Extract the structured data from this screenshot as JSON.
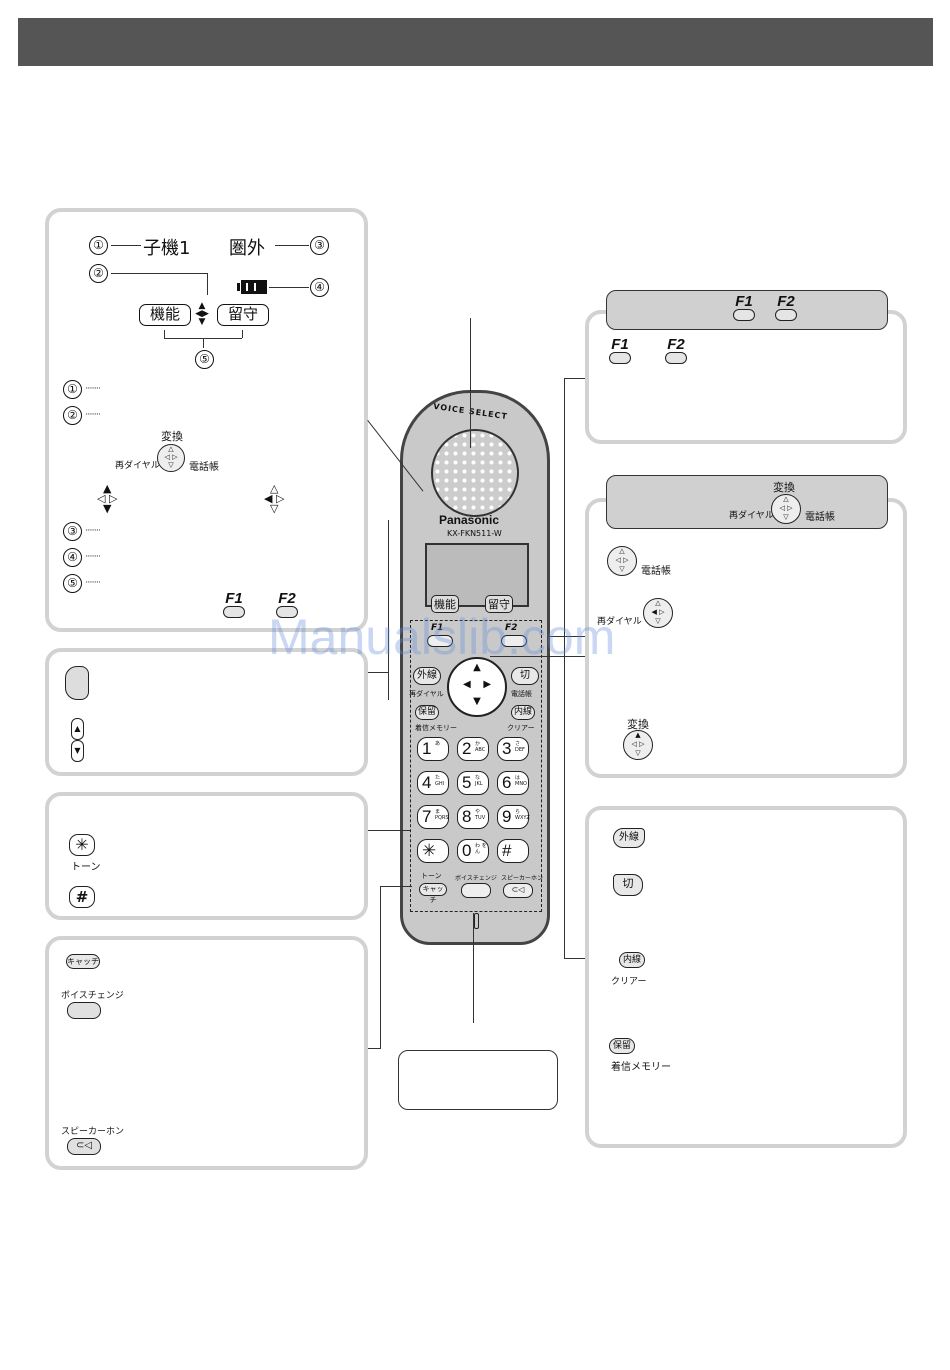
{
  "watermark": "Manualslib.com",
  "display_panel": {
    "handset_name": "子機1",
    "out_of_range": "圏外",
    "lcd_left_button": "機能",
    "lcd_right_button": "留守",
    "callout_numbers": [
      "①",
      "②",
      "③",
      "④",
      "⑤"
    ],
    "dots": "········",
    "nav_label_top": "変換",
    "nav_label_left": "再ダイヤル",
    "nav_label_right": "電話帳",
    "f1": "F1",
    "f2": "F2"
  },
  "phone": {
    "top_label": "VOICE SELECT",
    "brand": "Panasonic",
    "model": "KX-FKN511-W",
    "lcd_left": "機能",
    "lcd_right": "留守",
    "f1": "F1",
    "f2": "F2",
    "talk_key": "外線",
    "off_key": "切",
    "redial_label": "再ダイヤル",
    "phonebook_label": "電話帳",
    "hold_key": "保留",
    "incoming_memory_label": "着信メモリー",
    "intercom_key": "内線",
    "clear_label": "クリアー",
    "keys": [
      {
        "n": "1",
        "s": "あ"
      },
      {
        "n": "2",
        "s": "か ABC"
      },
      {
        "n": "3",
        "s": "さ DEF"
      },
      {
        "n": "4",
        "s": "た GHI"
      },
      {
        "n": "5",
        "s": "な JKL"
      },
      {
        "n": "6",
        "s": "は MNO"
      },
      {
        "n": "7",
        "s": "ま PQRS"
      },
      {
        "n": "8",
        "s": "や TUV"
      },
      {
        "n": "9",
        "s": "ら WXYZ"
      },
      {
        "n": "✳",
        "s": ""
      },
      {
        "n": "0",
        "s": "わ をん"
      },
      {
        "n": "#",
        "s": ""
      }
    ],
    "tone_label": "トーン",
    "catch_key": "キャッチ",
    "voice_change_label": "ボイスチェンジ",
    "speakerphone_label": "スピーカーホン"
  },
  "left_panels": {
    "star_sub": "トーン",
    "catch": "キャッチ",
    "voice_change": "ボイスチェンジ",
    "speakerphone": "スピーカーホン"
  },
  "right_panels": {
    "f_header_f1": "F1",
    "f_header_f2": "F2",
    "f1": "F1",
    "f2": "F2",
    "nav_header_top": "変換",
    "nav_header_left": "再ダイヤル",
    "nav_header_right": "電話帳",
    "phonebook": "電話帳",
    "redial": "再ダイヤル",
    "convert": "変換",
    "talk": "外線",
    "off": "切",
    "intercom": "内線",
    "clear": "クリアー",
    "hold": "保留",
    "incoming_memory": "着信メモリー"
  }
}
